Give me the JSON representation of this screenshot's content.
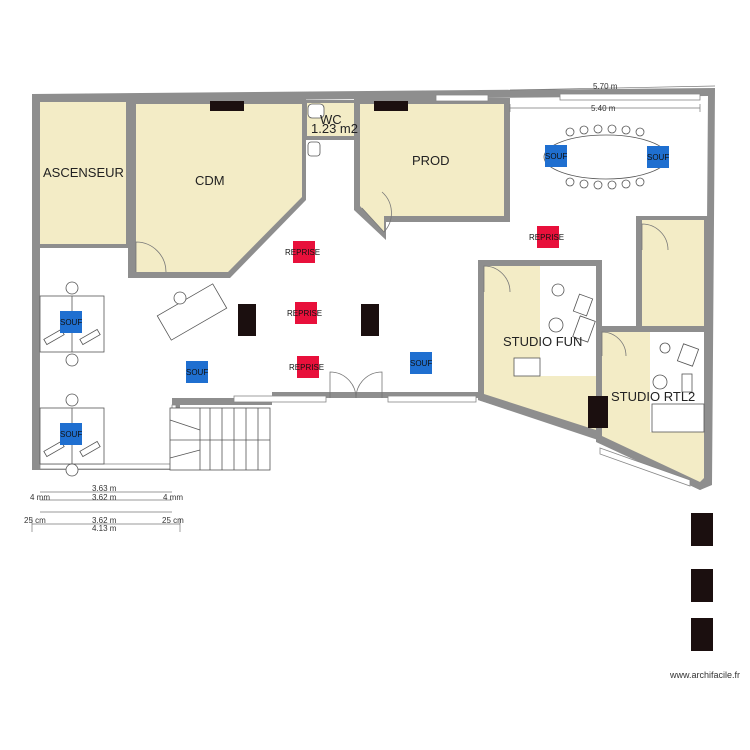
{
  "rooms": {
    "ascenseur": "ASCENSEUR",
    "cdm": "CDM",
    "wc": "WC",
    "wc_area": "1.23 m2",
    "prod": "PROD",
    "studio_fun": "STUDIO FUN",
    "studio_rtl2": "STUDIO RTL2"
  },
  "markers": {
    "reprise": "REPRISE",
    "souf": "SOUF"
  },
  "dimensions": {
    "top_outer": "5.70 m",
    "top_inner": "5.40 m",
    "bottom_a": "3.63 m",
    "bottom_b": "3.62 m",
    "bottom_c": "3.62 m",
    "bottom_total": "4.13 m",
    "left_4mm": "4 mm",
    "right_4mm": "4 mm",
    "left_25cm": "25 cm",
    "right_25cm": "25 cm"
  },
  "watermark": "www.archifacile.fr",
  "colors": {
    "wall": "#8e8e8e",
    "room_fill": "#f3ecc6",
    "reprise": "#e8103b",
    "souf": "#1f6fd0",
    "dark_block": "#1b0f0f"
  }
}
